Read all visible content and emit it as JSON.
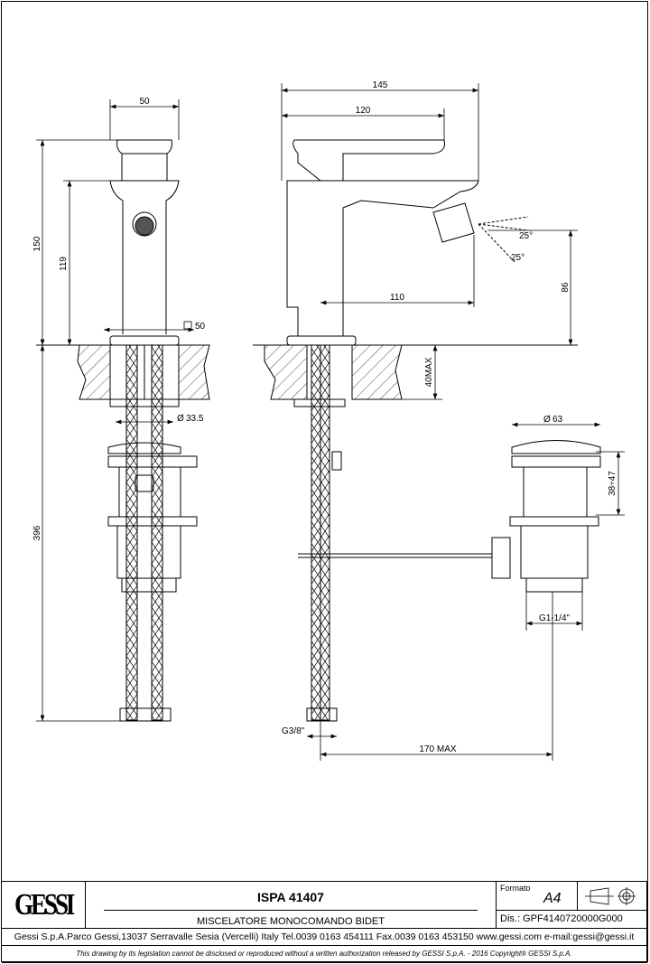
{
  "drawing": {
    "front_view": {
      "width": "50",
      "total_height": "150",
      "spout_height": "119",
      "base_square": "50",
      "hole_diameter": "33.5",
      "below_deck_length": "396"
    },
    "side_view": {
      "total_length": "145",
      "handle_length": "120",
      "spout_reach": "110",
      "spray_height": "86",
      "spray_angle_up": "25°",
      "spray_angle_down": "25°",
      "deck_thickness": "40MAX",
      "hose_connection": "G3/8\"",
      "hose_reach": "170 MAX"
    },
    "waste_view": {
      "diameter": "63",
      "height_range": "38÷47",
      "thread": "G1-1/4\""
    }
  },
  "title_block": {
    "logo": "GESSI",
    "product_code": "ISPA 41407",
    "description": "MISCELATORE MONOCOMANDO BIDET",
    "format_label": "Formato",
    "format_value": "A4",
    "drawing_number": "Dis.: GPF4140720000G000",
    "address": "Gessi S.p.A.Parco Gessi,13037 Serravalle Sesia (Vercelli) Italy Tel.0039 0163 454111 Fax.0039 0163 453150 www.gessi.com e-mail:gessi@gessi.it",
    "disclaimer": "This drawing by its legislation cannot be disclosed or reproduced without a written authorization released by GESSI S.p.A. - 2016 Copyright® GESSI S.p.A."
  }
}
